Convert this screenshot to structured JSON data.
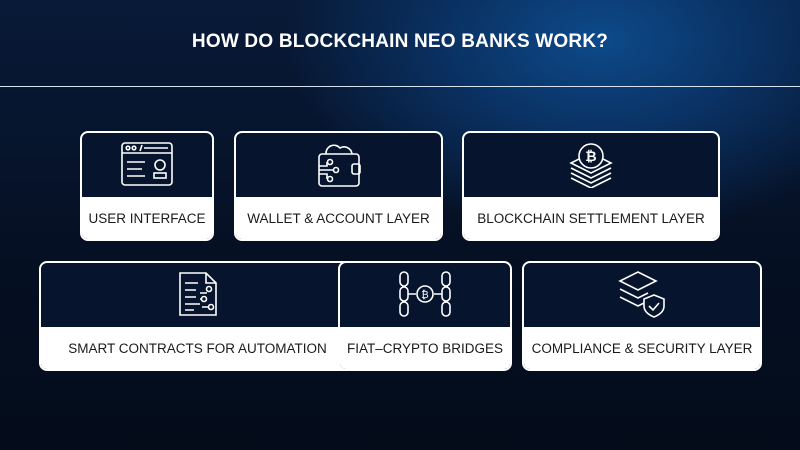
{
  "title": "HOW DO BLOCKCHAIN NEO BANKS WORK?",
  "cards": [
    {
      "label": "USER INTERFACE",
      "icon": "browser-profile-icon"
    },
    {
      "label": "WALLET & ACCOUNT LAYER",
      "icon": "wallet-icon"
    },
    {
      "label": "BLOCKCHAIN SETTLEMENT LAYER",
      "icon": "bitcoin-stack-icon"
    },
    {
      "label": "SMART CONTRACTS FOR AUTOMATION",
      "icon": "smart-contract-icon"
    },
    {
      "label": "FIAT–CRYPTO BRIDGES",
      "icon": "chain-link-icon"
    },
    {
      "label": "COMPLIANCE & SECURITY LAYER",
      "icon": "layers-shield-icon"
    }
  ]
}
